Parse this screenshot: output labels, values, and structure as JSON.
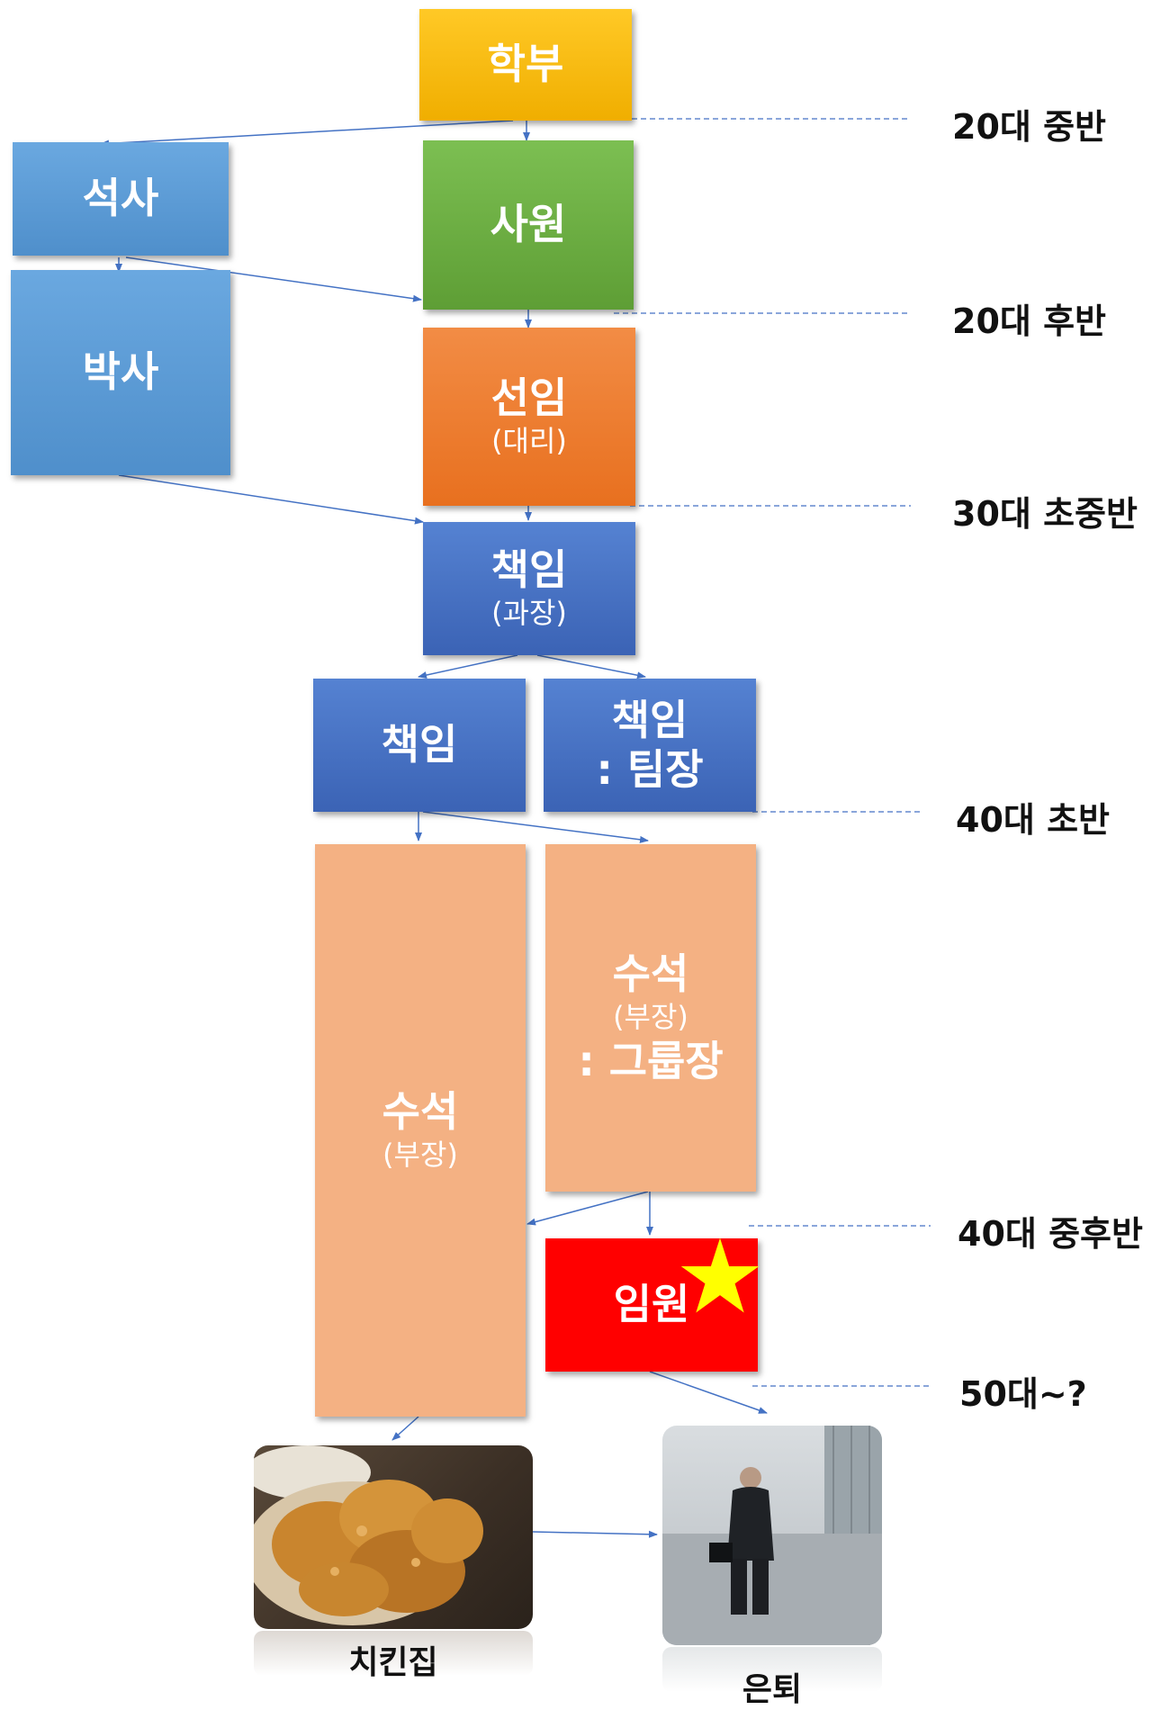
{
  "boxes": {
    "undergrad": {
      "label": "학부",
      "color": "#F5B800"
    },
    "masters": {
      "label": "석사",
      "color": "#5B9BD5"
    },
    "phd": {
      "label": "박사",
      "color": "#5B9BD5"
    },
    "staff": {
      "label": "사원",
      "color": "#6FAE45"
    },
    "senior": {
      "label": "선임",
      "sub": "(대리)",
      "color": "#ED7D31"
    },
    "manager": {
      "label": "책임",
      "sub": "(과장)",
      "color": "#4472C4"
    },
    "manager_plain": {
      "label": "책임",
      "color": "#4472C4"
    },
    "manager_lead": {
      "label": "책임",
      "sub": ": 팀장",
      "color": "#4472C4"
    },
    "principal": {
      "label": "수석",
      "sub": "(부장)",
      "color": "#F4B183"
    },
    "principal_group": {
      "label": "수석",
      "sub": "(부장)",
      "sub2": ": 그룹장",
      "color": "#F4B183"
    },
    "executive": {
      "label": "임원",
      "color": "#FF0000",
      "star_color": "#FFFF00"
    }
  },
  "ages": {
    "mid20s": "20대 중반",
    "late20s": "20대 후반",
    "early_mid30s": "30대 초중반",
    "early40s": "40대 초반",
    "mid_late40s": "40대 중후반",
    "fifties": "50대~?"
  },
  "endings": {
    "chicken": {
      "caption": "치킨집"
    },
    "retire": {
      "caption": "은퇴"
    }
  },
  "colors": {
    "arrow": "#4472C4",
    "dash": "#4472C4"
  }
}
